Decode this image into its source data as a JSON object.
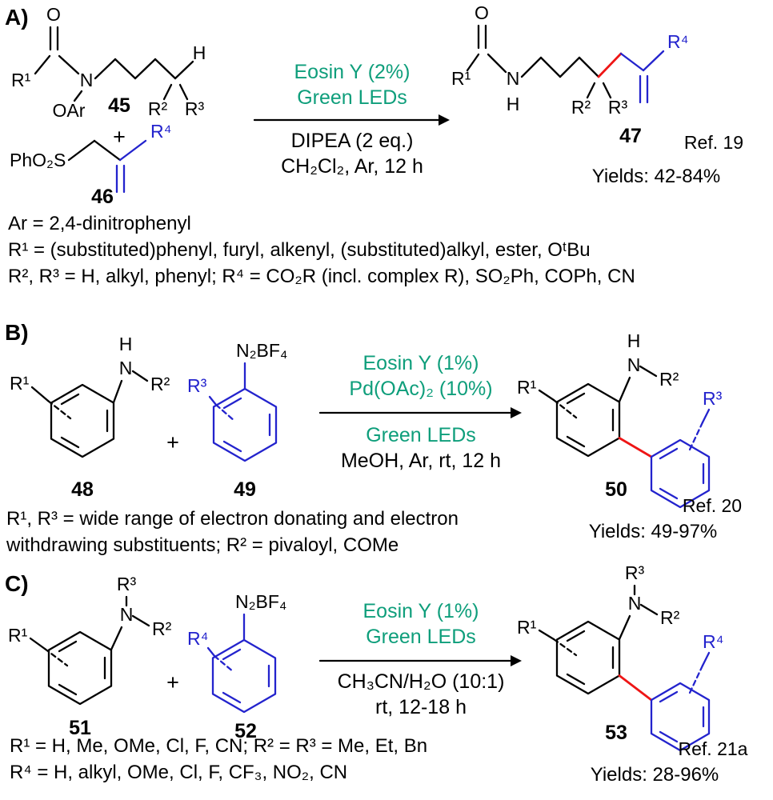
{
  "colors": {
    "teal": "#0e9e7b",
    "blue": "#2323cd",
    "red": "#ee1515"
  },
  "sections": {
    "a": {
      "label": "A)",
      "plus": "+",
      "reactant45": {
        "o": "O",
        "r1": "R¹",
        "n": "N",
        "oar": "OAr",
        "h": "H",
        "r2": "R²",
        "r3": "R³",
        "num": "45"
      },
      "reactant46": {
        "pho2s": "PhO₂S",
        "r4": "R⁴",
        "num": "46"
      },
      "conditions": {
        "above1": "Eosin Y (2%)",
        "above2": "Green LEDs",
        "below1": "DIPEA (2 eq.)",
        "below2": "CH₂Cl₂, Ar, 12 h"
      },
      "product47": {
        "o": "O",
        "r1": "R¹",
        "n": "N",
        "h": "H",
        "r2": "R²",
        "r3": "R³",
        "r4": "R⁴",
        "num": "47",
        "ref": "Ref. 19",
        "yields": "Yields: 42-84%"
      },
      "notes": [
        "Ar = 2,4-dinitrophenyl",
        "R¹ = (substituted)phenyl, furyl, alkenyl, (substituted)alkyl, ester, OᵗBu",
        "R², R³ = H, alkyl, phenyl; R⁴ = CO₂R (incl. complex R), SO₂Ph, COPh, CN"
      ]
    },
    "b": {
      "label": "B)",
      "plus": "+",
      "reactant48": {
        "r1": "R¹",
        "h": "H",
        "n": "N",
        "r2": "R²",
        "num": "48"
      },
      "reactant49": {
        "r3": "R³",
        "n2bf4": "N₂BF₄",
        "num": "49"
      },
      "conditions": {
        "above1": "Eosin Y (1%)",
        "above2": "Pd(OAc)₂ (10%)",
        "below1": "Green LEDs",
        "below2": "MeOH, Ar, rt, 12 h"
      },
      "product50": {
        "r1": "R¹",
        "h": "H",
        "n": "N",
        "r2": "R²",
        "r3": "R³",
        "num": "50",
        "ref": "Ref. 20",
        "yields": "Yields: 49-97%"
      },
      "notes": [
        "R¹, R³ = wide range of electron donating and electron",
        "withdrawing substituents; R² = pivaloyl, COMe"
      ]
    },
    "c": {
      "label": "C)",
      "plus": "+",
      "reactant51": {
        "r1": "R¹",
        "r3": "R³",
        "n": "N",
        "r2": "R²",
        "num": "51"
      },
      "reactant52": {
        "r4": "R⁴",
        "n2bf4": "N₂BF₄",
        "num": "52"
      },
      "conditions": {
        "above1": "Eosin Y (1%)",
        "above2": "Green LEDs",
        "below1": "CH₃CN/H₂O (10:1)",
        "below2": "rt, 12-18 h"
      },
      "product53": {
        "r1": "R¹",
        "r3": "R³",
        "n": "N",
        "r2": "R²",
        "r4": "R⁴",
        "num": "53",
        "ref": "Ref. 21a",
        "yields": "Yields: 28-96%"
      },
      "notes": [
        "R¹ = H, Me, OMe, Cl, F, CN; R² = R³ = Me, Et, Bn",
        "R⁴ = H, alkyl, OMe, Cl, F, CF₃, NO₂, CN"
      ]
    }
  }
}
